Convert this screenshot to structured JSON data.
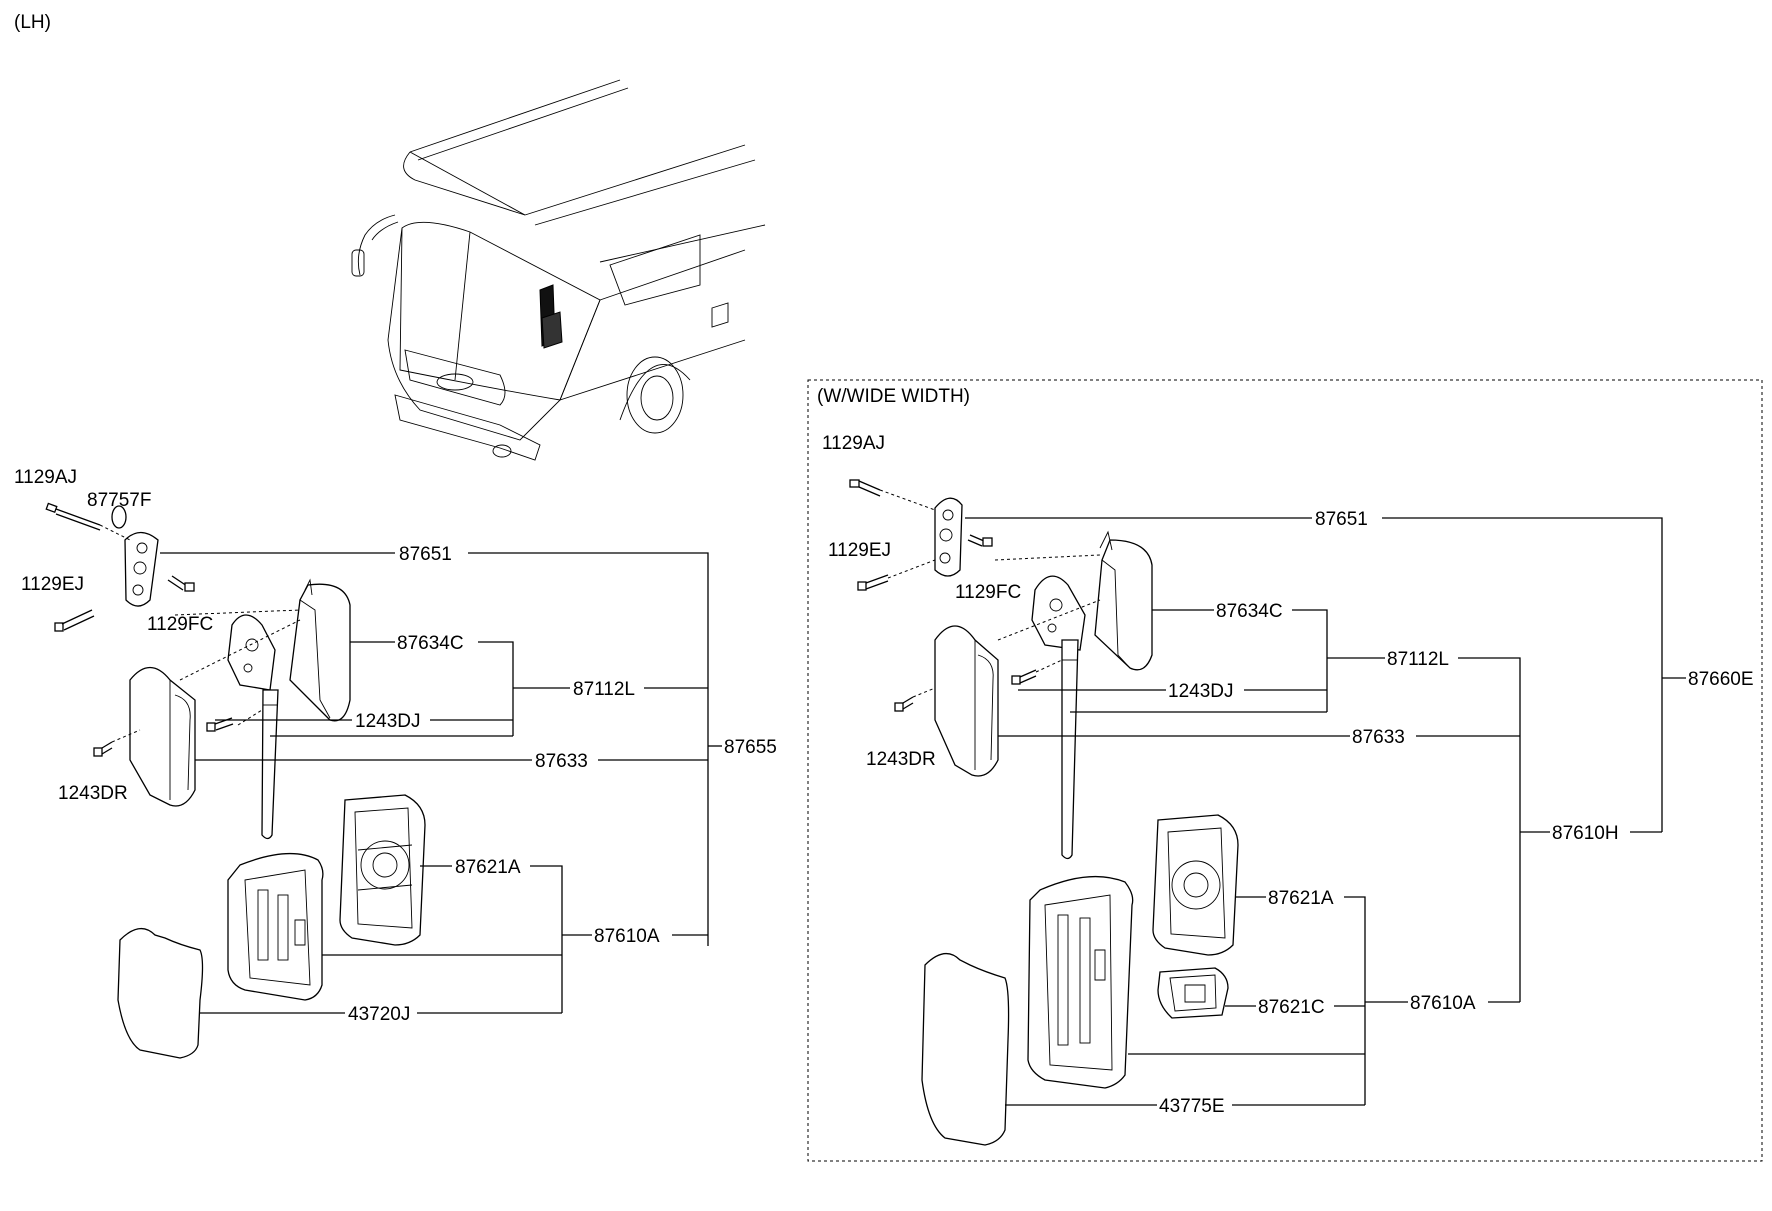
{
  "side_label": "(LH)",
  "inset": {
    "title": "(W/WIDE WIDTH)"
  },
  "left_group": {
    "labels": {
      "p1129AJ": "1129AJ",
      "p87757F": "87757F",
      "p1129EJ": "1129EJ",
      "p1129FC": "1129FC",
      "p87651": "87651",
      "p87634C": "87634C",
      "p87112L": "87112L",
      "p1243DJ": "1243DJ",
      "p87633": "87633",
      "p87655": "87655",
      "p1243DR": "1243DR",
      "p87621A": "87621A",
      "p87610A": "87610A",
      "p43720J": "43720J"
    }
  },
  "right_group": {
    "labels": {
      "p1129AJ": "1129AJ",
      "p1129EJ": "1129EJ",
      "p1129FC": "1129FC",
      "p87651": "87651",
      "p87634C": "87634C",
      "p87112L": "87112L",
      "p1243DJ": "1243DJ",
      "p87633": "87633",
      "p87660E": "87660E",
      "p1243DR": "1243DR",
      "p87610H": "87610H",
      "p87621A": "87621A",
      "p87621C": "87621C",
      "p87610A": "87610A",
      "p43775E": "43775E"
    }
  }
}
